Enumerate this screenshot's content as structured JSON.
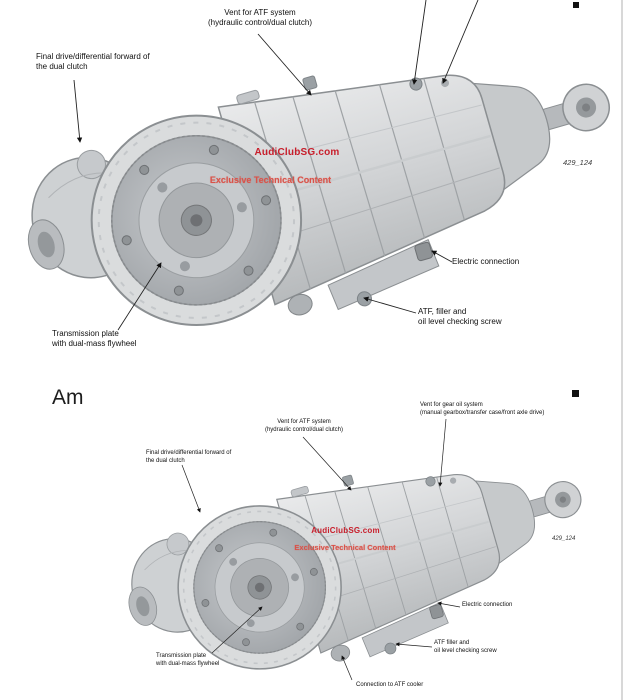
{
  "page": {
    "heading": "Am",
    "colors": {
      "watermark_primary": "#c81e2b",
      "watermark_secondary": "#d9534a",
      "label_text": "#101010",
      "background": "#ffffff"
    }
  },
  "figure_top": {
    "figure_number": "429_124",
    "watermark": {
      "line1": "AudiClubSG.com",
      "line2": "Exclusive Technical Content"
    },
    "labels": {
      "vent_atf": "Vent for ATF system\n(hydraulic control/dual clutch)",
      "final_drive": "Final drive/differential forward of\nthe dual clutch",
      "electric_connection": "Electric connection",
      "atf_filler": "ATF, filler and\noil level checking screw",
      "transmission_plate": "Transmission plate\nwith dual-mass flywheel"
    }
  },
  "figure_bottom": {
    "figure_number": "429_124",
    "watermark": {
      "line1": "AudiClubSG.com",
      "line2": "Exclusive Technical Content"
    },
    "labels": {
      "vent_gear_oil": "Vent for gear oil system\n(manual gearbox/transfer case/front axle drive)",
      "vent_atf": "Vent for ATF system\n(hydraulic control/dual clutch)",
      "final_drive": "Final drive/differential forward of\nthe dual clutch",
      "electric_connection": "Electric connection",
      "atf_filler": "ATF filler and\noil level checking screw",
      "transmission_plate": "Transmission plate\nwith dual-mass flywheel",
      "connection_atf_cooler": "Connection to ATF cooler"
    }
  }
}
